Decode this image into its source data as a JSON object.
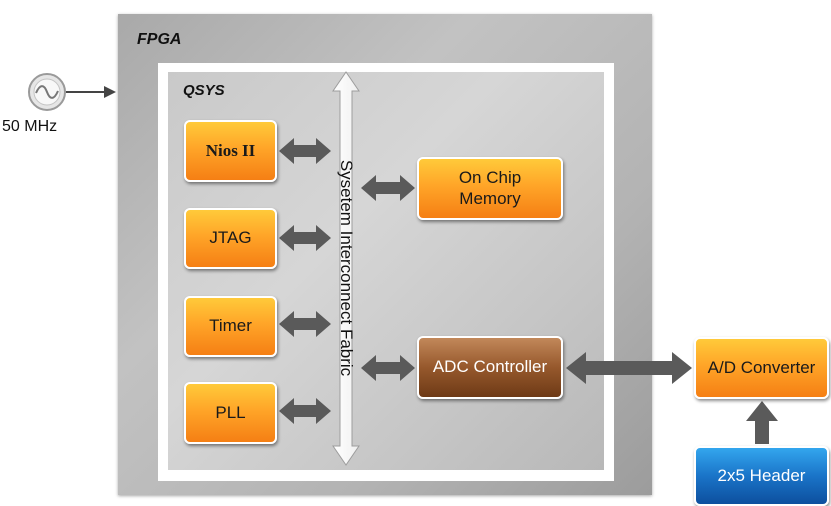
{
  "diagram": {
    "fpga_label": "FPGA",
    "qsys_label": "QSYS",
    "clock_label": "50 MHz",
    "fabric_label": "Sysetem Interconnect Fabric",
    "blocks": {
      "nios": "Nios II",
      "jtag": "JTAG",
      "timer": "Timer",
      "pll": "PLL",
      "onchip_line1": "On Chip",
      "onchip_line2": "Memory",
      "adc_controller": "ADC Controller",
      "ad_converter": "A/D Converter",
      "header": "2x5 Header"
    },
    "colors": {
      "orange_block": "#ffa528",
      "brown_block": "#96582c",
      "blue_block": "#1a74c8",
      "arrow_gray": "#5a5a5a",
      "fpga_frame": "#b3b3b3",
      "qsys_panel": "#d0d0d0"
    }
  }
}
